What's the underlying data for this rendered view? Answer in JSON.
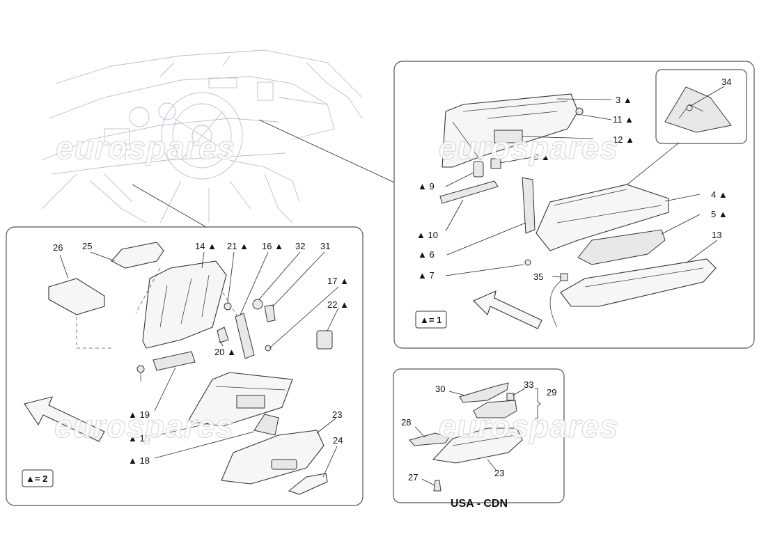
{
  "watermark": "eurospares",
  "panels": {
    "top_right": {
      "legend": "▲= 1",
      "labels": {
        "l3": "3 ▲",
        "l11": "11 ▲",
        "l12": "12 ▲",
        "l8": "8 ▲",
        "l34": "34",
        "l9": "▲ 9",
        "l10": "▲ 10",
        "l6": "▲ 6",
        "l7": "▲ 7",
        "l4": "4 ▲",
        "l5": "5 ▲",
        "l13": "13",
        "l35": "35"
      }
    },
    "left": {
      "legend": "▲= 2",
      "labels": {
        "l26": "26",
        "l25": "25",
        "l14": "14 ▲",
        "l21": "21 ▲",
        "l16": "16 ▲",
        "l32": "32",
        "l31": "31",
        "l17": "17 ▲",
        "l22": "22 ▲",
        "l20": "20 ▲",
        "l19": "▲ 19",
        "l15": "▲ 15",
        "l18": "▲ 18",
        "l23": "23",
        "l24": "24"
      }
    },
    "usa_cdn": {
      "title": "USA - CDN",
      "labels": {
        "l30": "30",
        "l33": "33",
        "l29": "29",
        "l28": "28",
        "l27": "27",
        "l23": "23"
      }
    }
  }
}
